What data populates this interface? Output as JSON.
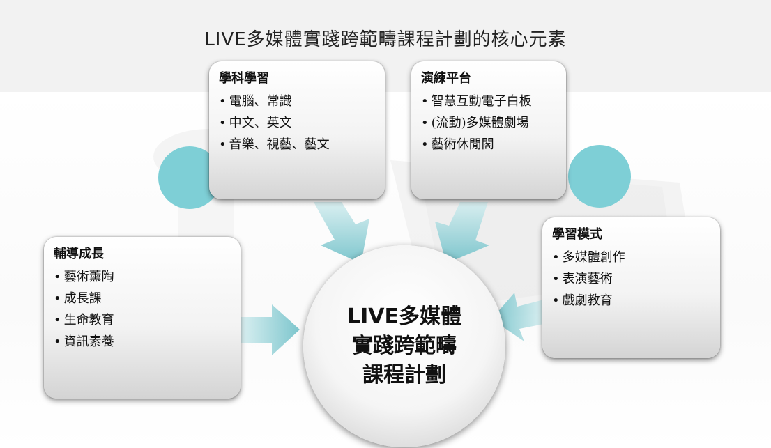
{
  "title": "LIVE多媒體實踐跨範疇課程計劃的核心元素",
  "center": {
    "lines": [
      "LIVE多媒體",
      "實踐跨範疇",
      "課程計劃"
    ]
  },
  "boxes": {
    "subject": {
      "heading": "學科學習",
      "items": [
        "電腦、常識",
        "中文、英文",
        "音樂、視藝、藝文"
      ]
    },
    "platform": {
      "heading": "演練平台",
      "items": [
        "智慧互動電子白板",
        "(流動)多媒體劇場",
        "藝術休閒閣"
      ]
    },
    "mode": {
      "heading": "學習模式",
      "items": [
        "多媒體創作",
        "表演藝術",
        "戲劇教育"
      ]
    },
    "guidance": {
      "heading": "輔導成長",
      "items": [
        "藝術薰陶",
        "成長課",
        "生命教育",
        "資訊素養"
      ]
    }
  },
  "colors": {
    "arrow": "#7ec8cf",
    "arrow_light": "#c7e8eb",
    "teal_circle": "#7ecfd6"
  }
}
